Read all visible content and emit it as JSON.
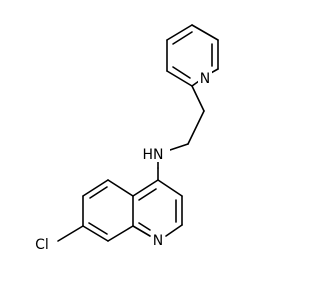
{
  "molecule": {
    "atoms": {
      "n_pyridine": "N",
      "nh": "HN",
      "cl": "Cl",
      "n_quinoline": "N"
    }
  },
  "colors": {
    "bond": "#000000",
    "label": "#000000",
    "background": "#ffffff"
  }
}
